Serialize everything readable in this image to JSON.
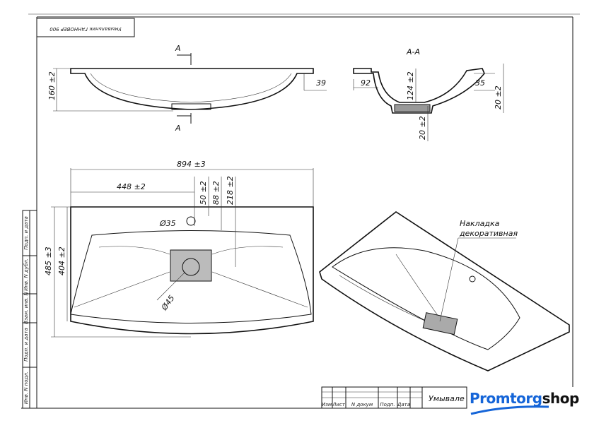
{
  "stamp_title": "Умывальник ГАННОВЕР 900",
  "side_stamp": [
    "Подп. и дата",
    "Инв. N дубл.",
    "Взам. инв. N",
    "Подп. и дата",
    "Инв. N подл."
  ],
  "title_block": {
    "headers": [
      "Изм",
      "Лист",
      "N докум",
      "Подп.",
      "Дата"
    ],
    "name": "Умывале"
  },
  "logo": {
    "part1": "Promtorg",
    "part2": "shop",
    "accent": "#1565d8"
  },
  "front_view": {
    "section_mark": "A",
    "height_dim": "160 ±2",
    "rim_dim": "39"
  },
  "section_view": {
    "title": "А-А",
    "dims": [
      "92",
      "124 ±2",
      "35",
      "20 ±2",
      "20 ±2"
    ]
  },
  "plan_view": {
    "width": "894 ±3",
    "half": "448 ±2",
    "d1": "50 ±2",
    "d2": "88 ±2",
    "d3": "218 ±2",
    "hole": "Ø35",
    "drain": "Ø45",
    "depth_total": "485 ±3",
    "depth_bowl": "404 ±2"
  },
  "iso_view": {
    "label_line1": "Накладка",
    "label_line2": "декоративная"
  }
}
